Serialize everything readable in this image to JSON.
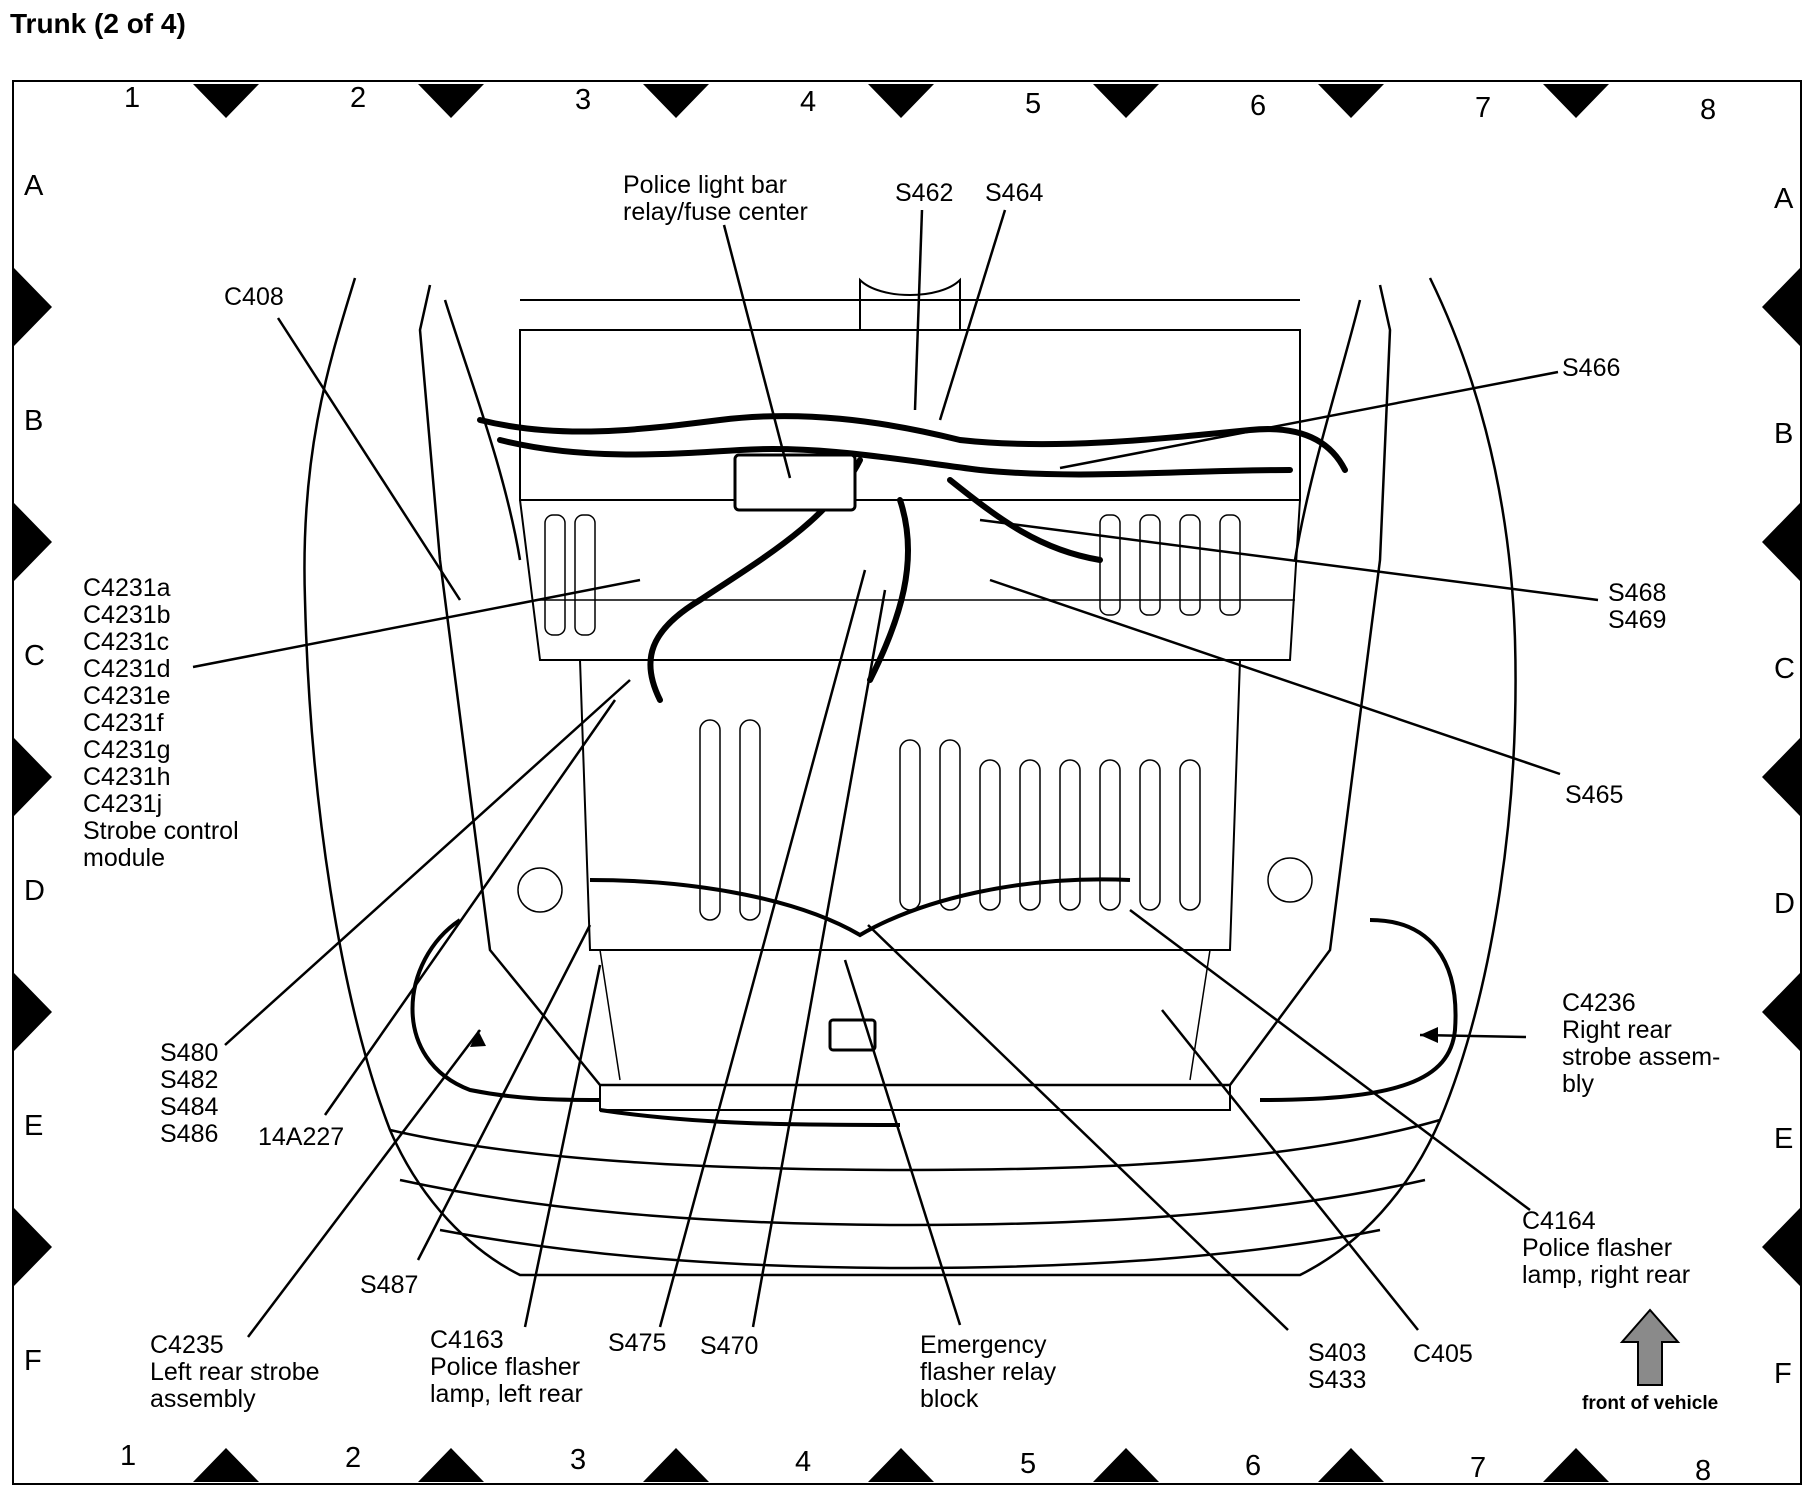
{
  "title": "Trunk (2 of 4)",
  "columns": [
    "1",
    "2",
    "3",
    "4",
    "5",
    "6",
    "7",
    "8"
  ],
  "rows": [
    "A",
    "B",
    "C",
    "D",
    "E",
    "F"
  ],
  "callouts": {
    "police_light_bar": [
      "Police light bar",
      "relay/fuse center"
    ],
    "s462": "S462",
    "s464": "S464",
    "c408": "C408",
    "s466": "S466",
    "s468": [
      "S468",
      "S469"
    ],
    "c4231": [
      "C4231a",
      "C4231b",
      "C4231c",
      "C4231d",
      "C4231e",
      "C4231f",
      "C4231g",
      "C4231h",
      "C4231j",
      "Strobe control",
      "module"
    ],
    "s465": "S465",
    "c4236": [
      "C4236",
      "Right rear",
      "strobe assem-",
      "bly"
    ],
    "s480": [
      "S480",
      "S482",
      "S484",
      "S486"
    ],
    "a14a227": "14A227",
    "s487": "S487",
    "c4164": [
      "C4164",
      "Police flasher",
      "lamp, right rear"
    ],
    "c4235": [
      "C4235",
      "Left rear strobe",
      "assembly"
    ],
    "c4163": [
      "C4163",
      "Police flasher",
      "lamp, left rear"
    ],
    "s475": "S475",
    "s470": "S470",
    "emergency": [
      "Emergency",
      "flasher relay",
      "block"
    ],
    "s403": [
      "S403",
      "S433"
    ],
    "c405": "C405"
  },
  "front_of_vehicle": "front of vehicle",
  "colors": {
    "ink": "#000000",
    "paper": "#ffffff",
    "arrow_fill": "#8a8a8a"
  }
}
